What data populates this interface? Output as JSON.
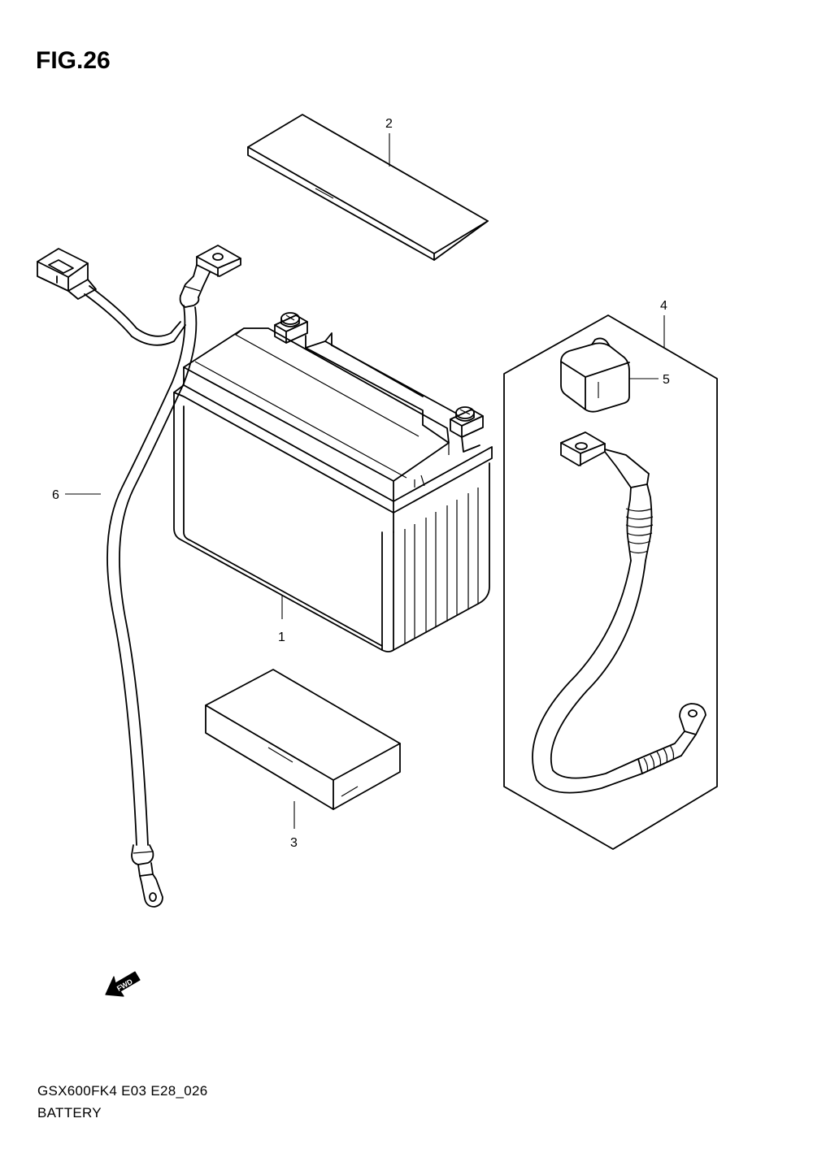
{
  "figure": {
    "title": "FIG.26"
  },
  "footer": {
    "model_code": "GSX600FK4 E03 E28_026",
    "group_name": "BATTERY"
  },
  "parts": [
    {
      "ref": "1",
      "part": "battery"
    },
    {
      "ref": "2",
      "part": "battery-top-pad"
    },
    {
      "ref": "3",
      "part": "battery-bottom-pad"
    },
    {
      "ref": "4",
      "part": "battery-cable-kit"
    },
    {
      "ref": "5",
      "part": "terminal-cover"
    },
    {
      "ref": "6",
      "part": "wire-harness"
    }
  ],
  "direction_arrow": {
    "label": "FWD"
  },
  "colors": {
    "line": "#000000",
    "background": "#ffffff"
  }
}
